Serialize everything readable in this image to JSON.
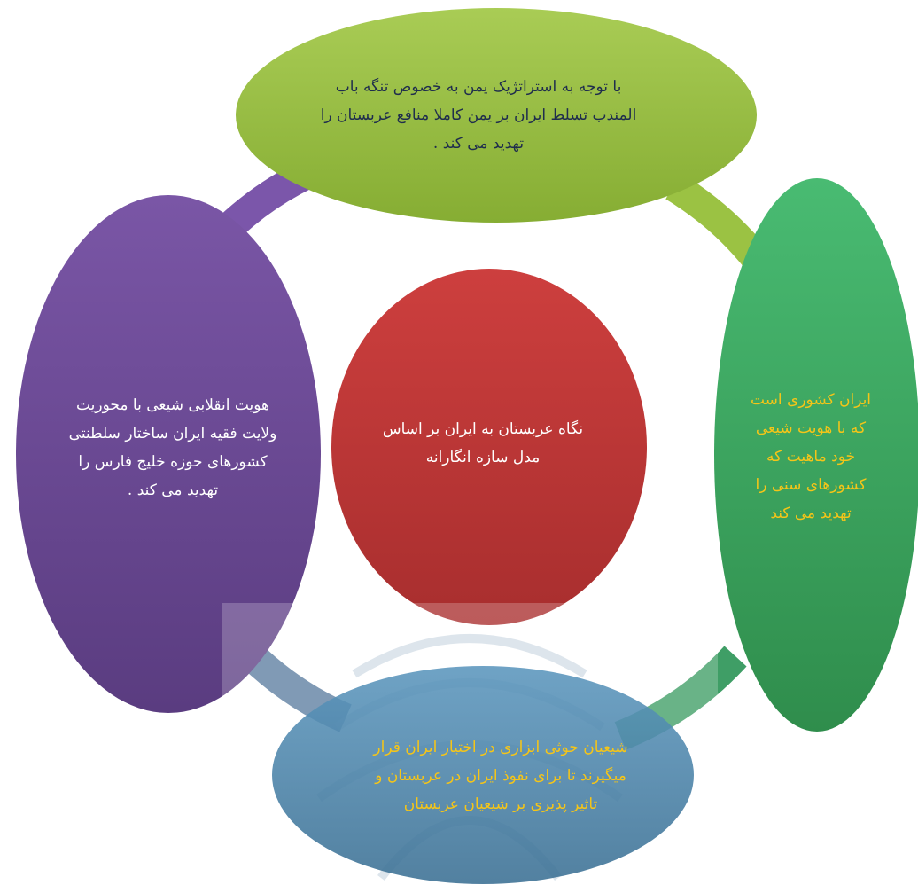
{
  "center": {
    "lines": [
      "نگاه عربستان به ایران بر اساس",
      "مدل سازه انگارانه"
    ],
    "color": "#c0393a"
  },
  "top": {
    "lines": [
      "با توجه به استراتژیک یمن به خصوص تنگه باب",
      "المندب تسلط ایران بر یمن کاملا منافع عربستان را",
      "تهدید می کند ."
    ],
    "color": "#9bc243"
  },
  "left": {
    "lines": [
      "هویت انقلابی شیعی با محوریت",
      "ولایت فقیه ایران ساختار سلطنتی",
      "کشورهای حوزه خلیج فارس را",
      "تهدید می کند ."
    ],
    "color": "#6d4a96"
  },
  "right": {
    "lines": [
      "ایران کشوری است",
      "که با هویت شیعی",
      "خود ماهیت که",
      "کشورهای سنی را",
      "تهدید می کند"
    ],
    "color": "#3fae62"
  },
  "bottom": {
    "lines": [
      "شیعیان حوثی ابزاری در اختیار ایران قرار",
      "میگیرند تا برای نفوذ ایران در عربستان و",
      "تاثیر پذیری بر شیعیان عربستان"
    ],
    "color": "#4a86ad"
  },
  "ring_color": "#6a9fcf"
}
